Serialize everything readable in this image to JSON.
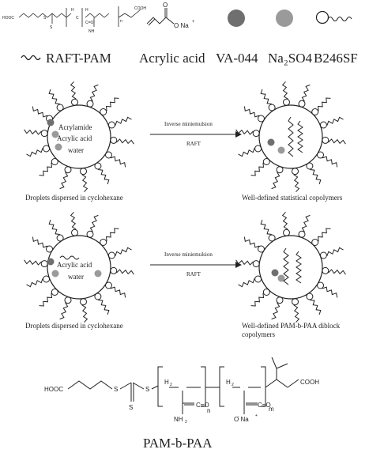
{
  "legend": {
    "raft_structure": {
      "hooc": "HOOC",
      "s_left": "S",
      "s_right": "S",
      "s_bottom": "S",
      "h2": "H",
      "c": "C",
      "h": "H",
      "c_o": "C=O",
      "nh2": "NH",
      "cooh": "COOH",
      "n": "n"
    },
    "acrylate": {
      "o": "O",
      "o_na": "O Na",
      "plus": "+"
    },
    "items": [
      {
        "label": "RAFT-PAM"
      },
      {
        "label": "Acrylic acid"
      },
      {
        "label": "VA-044"
      },
      {
        "label": "Na₂SO4"
      },
      {
        "label": "B246SF"
      }
    ]
  },
  "colors": {
    "ink": "#222222",
    "va044": "#6f6f6f",
    "na2so4": "#9a9a9a"
  },
  "row1": {
    "droplet_labels": [
      "Acrylamide",
      "Acrylic acid",
      "water"
    ],
    "arrow_top": "Inverse miniemulsion",
    "arrow_bottom": "RAFT",
    "caption_left": "Droplets dispersed in cyclohexane",
    "caption_right": "Well-defined statistical copolymers"
  },
  "row2": {
    "droplet_labels": [
      "Acrylic acid",
      "water"
    ],
    "arrow_top": "Inverse miniemulsion",
    "arrow_bottom": "RAFT",
    "caption_left": "Droplets dispersed in cyclohexane",
    "caption_right_line1": "Well-defined PAM-b-PAA diblock",
    "caption_right_line2": "copolymers"
  },
  "structure": {
    "hooc": "HOOC",
    "s1": "S",
    "s2": "S",
    "s3": "S",
    "h2a": "H",
    "h2b": "H",
    "c_o_a": "C=O",
    "c_o_b": "C=O",
    "nh2": "NH",
    "o_na": "O Na",
    "cooh": "COOH",
    "n": "n",
    "m": "m",
    "sub2": "2",
    "plus": "+",
    "minus": "-"
  },
  "title": "PAM-b-PAA"
}
